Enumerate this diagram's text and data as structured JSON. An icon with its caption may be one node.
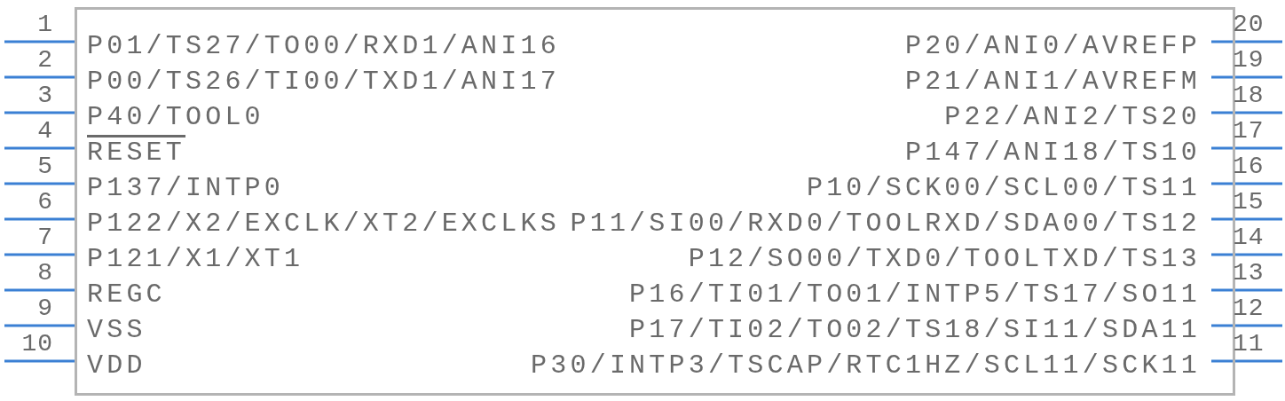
{
  "diagram": {
    "nodes": [
      {
        "text": [
          "P01/TS27/TO00/RXD1/ANI16",
          "P20/ANI0/AVREFP",
          "P00/TS26/TI00/TXD1/ANI17",
          "P21/ANI1/AVREFM",
          "P40/TOOL0",
          "P22/ANI2/TS20",
          "RESET",
          "P147/ANI18/TS10",
          "P137/INTP0",
          "P10/SCK00/SCL00/TS11",
          "P122/X2/EXCLK/XT2/EXCLKS",
          "P11/SI00/RXD0/TOOLRXD/SDA00/TS12",
          "P121/X1/XT1",
          "P12/SO00/TXD0/TOOLTXD/TS13",
          "REGC",
          "P16/TI01/TO01/INTP5/TS17/SO11",
          "VSS",
          "P17/TI02/TO02/TS18/SI11/SDA11",
          "VDD",
          "P30/INTP3/TSCAP/RTC1HZ/SCL11/SCK11"
        ]
      }
    ],
    "labels": [
      "1",
      "20",
      "2",
      "19",
      "3",
      "18",
      "4",
      "17",
      "5",
      "16",
      "6",
      "15",
      "7",
      "14",
      "8",
      "13",
      "9",
      "12",
      "10",
      "11"
    ]
  }
}
